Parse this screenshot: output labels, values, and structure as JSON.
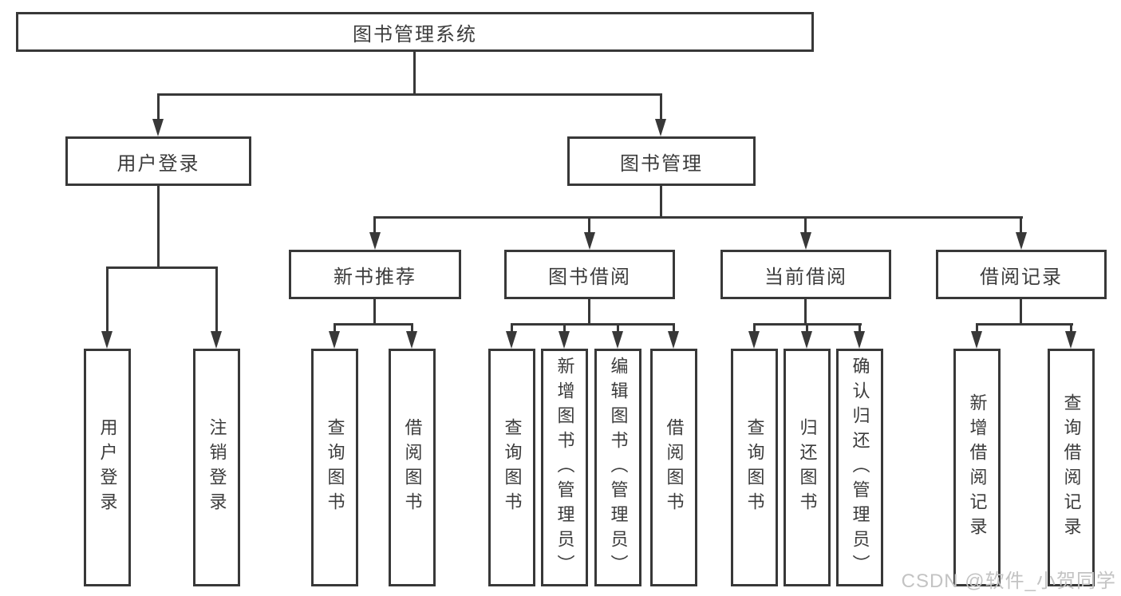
{
  "colors": {
    "line": "#383838",
    "text": "#3c3c3c",
    "watermark": "#c3c3c3"
  },
  "tree": {
    "root": {
      "label": "图书管理系统",
      "children": [
        {
          "label": "用户登录",
          "children": [
            {
              "label": "用户登录"
            },
            {
              "label": "注销登录"
            }
          ]
        },
        {
          "label": "图书管理",
          "children": [
            {
              "label": "新书推荐",
              "children": [
                {
                  "label": "查询图书"
                },
                {
                  "label": "借阅图书"
                }
              ]
            },
            {
              "label": "图书借阅",
              "children": [
                {
                  "label": "查询图书"
                },
                {
                  "label": "新增图书（管理员）"
                },
                {
                  "label": "编辑图书（管理员）"
                },
                {
                  "label": "借阅图书"
                }
              ]
            },
            {
              "label": "当前借阅",
              "children": [
                {
                  "label": "查询图书"
                },
                {
                  "label": "归还图书"
                },
                {
                  "label": "确认归还（管理员）"
                }
              ]
            },
            {
              "label": "借阅记录",
              "children": [
                {
                  "label": "新增借阅记录"
                },
                {
                  "label": "查询借阅记录"
                }
              ]
            }
          ]
        }
      ]
    }
  },
  "watermark": {
    "text": "CSDN @软件_小贺同学"
  }
}
